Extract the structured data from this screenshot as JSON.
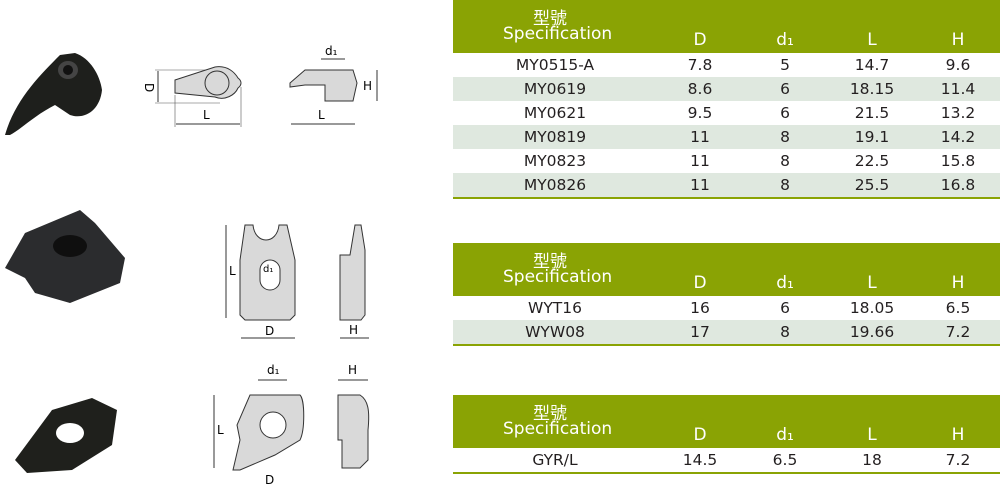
{
  "tables": [
    {
      "header": {
        "zh": "型號",
        "en": "Specification",
        "D": "D",
        "d1": "d₁",
        "L": "L",
        "H": "H"
      },
      "rows": [
        [
          "MY0515-A",
          "7.8",
          "5",
          "14.7",
          "9.6"
        ],
        [
          "MY0619",
          "8.6",
          "6",
          "18.15",
          "11.4"
        ],
        [
          "MY0621",
          "9.5",
          "6",
          "21.5",
          "13.2"
        ],
        [
          "MY0819",
          "11",
          "8",
          "19.1",
          "14.2"
        ],
        [
          "MY0823",
          "11",
          "8",
          "22.5",
          "15.8"
        ],
        [
          "MY0826",
          "11",
          "8",
          "25.5",
          "16.8"
        ]
      ]
    },
    {
      "header": {
        "zh": "型號",
        "en": "Specification",
        "D": "D",
        "d1": "d₁",
        "L": "L",
        "H": "H"
      },
      "rows": [
        [
          "WYT16",
          "16",
          "6",
          "18.05",
          "6.5"
        ],
        [
          "WYW08",
          "17",
          "8",
          "19.66",
          "7.2"
        ]
      ]
    },
    {
      "header": {
        "zh": "型號",
        "en": "Specification",
        "D": "D",
        "d1": "d₁",
        "L": "L",
        "H": "H"
      },
      "rows": [
        [
          "GYR/L",
          "14.5",
          "6.5",
          "18",
          "7.2"
        ]
      ]
    }
  ],
  "drawing_labels": {
    "D": "D",
    "L": "L",
    "H": "H",
    "d1": "d₁"
  },
  "colors": {
    "header": "#8aa304",
    "alt_row": "#dfe8df"
  }
}
